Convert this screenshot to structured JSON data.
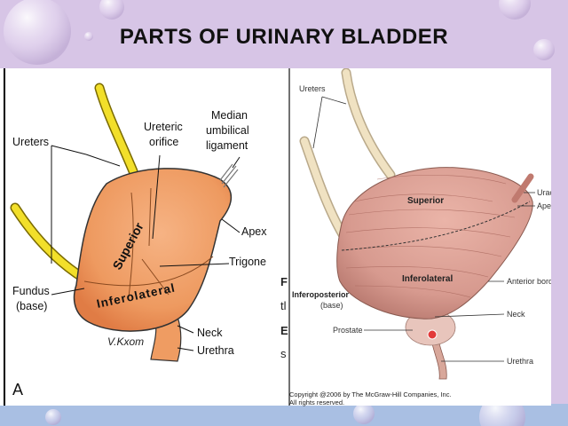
{
  "slide": {
    "title": "PARTS OF URINARY BLADDER"
  },
  "figure_a": {
    "panel_letter": "A",
    "labels": {
      "ureters": "Ureters",
      "ureteric_orifice_line1": "Ureteric",
      "ureteric_orifice_line2": "orifice",
      "median_line1": "Median",
      "median_line2": "umbilical",
      "median_line3": "ligament",
      "apex": "Apex",
      "trigone": "Trigone",
      "fundus_line1": "Fundus",
      "fundus_line2": "(base)",
      "superior": "Superior",
      "inferolateral": "Inferolateral",
      "neck": "Neck",
      "urethra": "Urethra",
      "signature": "V.Kxom"
    },
    "cut_text": [
      "F",
      "tl",
      "E",
      "s"
    ]
  },
  "figure_b": {
    "labels": {
      "ureters": "Ureters",
      "urachus": "Urachus",
      "apex": "Apex",
      "superior": "Superior",
      "inferolateral": "Inferolateral",
      "anterior_border": "Anterior border",
      "inferoposterior": "Inferoposterior",
      "base": "(base)",
      "neck": "Neck",
      "prostate": "Prostate",
      "urethra": "Urethra"
    },
    "copyright_line1": "Copyright @2006 by The McGraw-Hill Companies, Inc.",
    "copyright_line2": "All rights reserved."
  },
  "colors": {
    "slide_background": "#d7c5e6",
    "bottom_band": "#a9bfe3",
    "bladder_orange": "#ef9c62",
    "ureter_yellow": "#f2df2a",
    "muscle_pink": "#d79a8f"
  }
}
